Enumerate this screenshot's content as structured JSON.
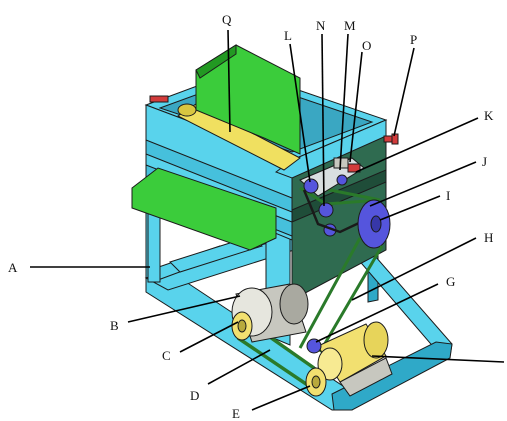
{
  "colors": {
    "frame": "#59d3ec",
    "frame_dark": "#2fa9c8",
    "panel": "#2f6b50",
    "panel_dark": "#1f4d39",
    "sheet": "#3bcc3b",
    "sheet_dark": "#229922",
    "roller": "#f0e060",
    "roller_end": "#d8c640",
    "motor": "#f2e070",
    "pulley": "#5555dd",
    "belt": "#2a7a2a",
    "motor_grey": "#c7c7bf",
    "accent_red": "#d23b3b",
    "leader": "#000000"
  },
  "labels": [
    {
      "id": "A",
      "text": "A"
    },
    {
      "id": "B",
      "text": "B"
    },
    {
      "id": "C",
      "text": "C"
    },
    {
      "id": "D",
      "text": "D"
    },
    {
      "id": "E",
      "text": "E"
    },
    {
      "id": "G",
      "text": "G"
    },
    {
      "id": "H",
      "text": "H"
    },
    {
      "id": "I",
      "text": "I"
    },
    {
      "id": "J",
      "text": "J"
    },
    {
      "id": "K",
      "text": "K"
    },
    {
      "id": "L",
      "text": "L"
    },
    {
      "id": "M",
      "text": "M"
    },
    {
      "id": "N",
      "text": "N"
    },
    {
      "id": "O",
      "text": "O"
    },
    {
      "id": "P",
      "text": "P"
    },
    {
      "id": "Q",
      "text": "Q"
    }
  ]
}
